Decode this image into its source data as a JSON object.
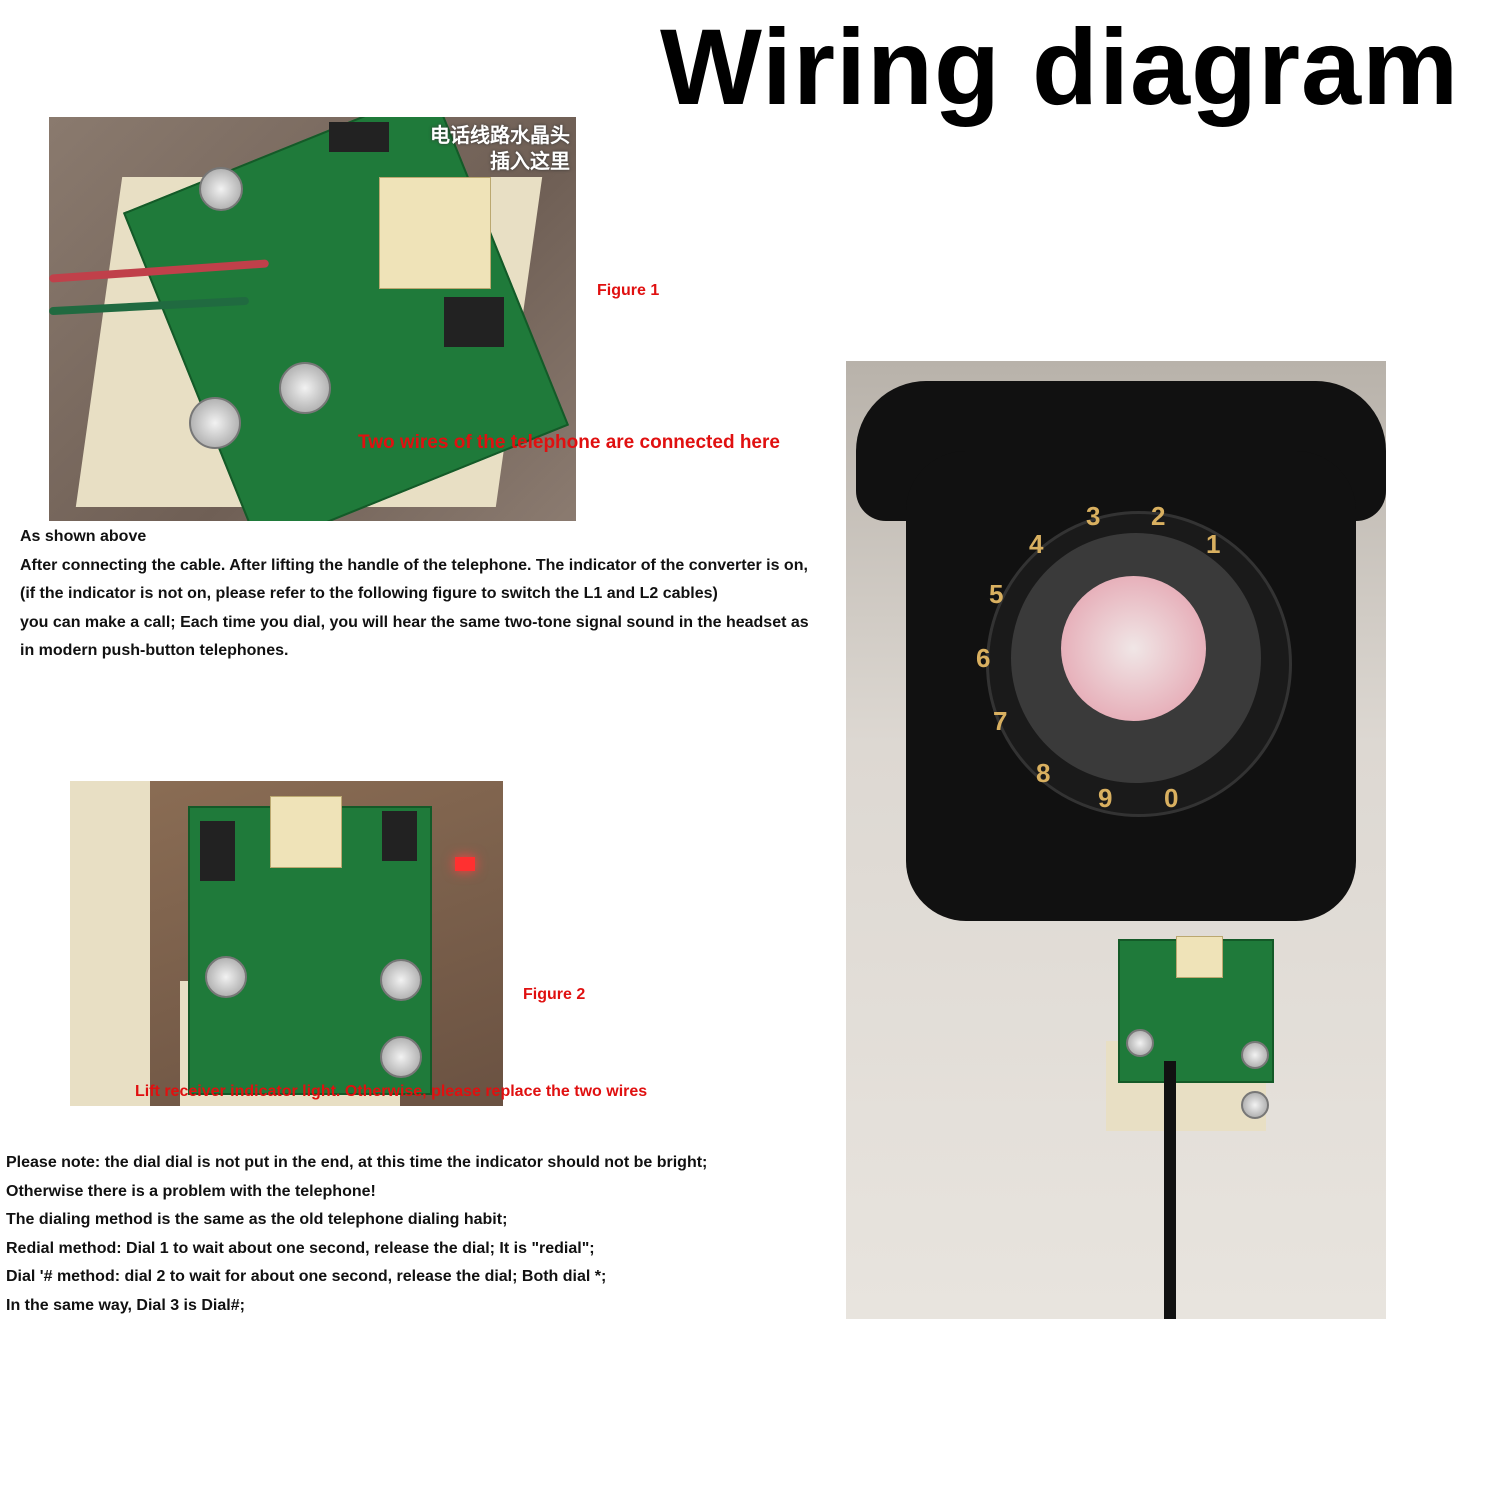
{
  "title": "Wiring diagram",
  "figure1": {
    "label": "Figure 1",
    "annotation": "Two wires of the telephone are connected here",
    "photo_caption_cn": [
      "电话线路水晶头",
      "插入这里"
    ]
  },
  "figure2": {
    "label": "Figure 2",
    "annotation": "Lift receiver indicator light. Otherwise, please replace the two wires"
  },
  "paragraph1": [
    "As shown above",
    "After connecting the cable. After lifting the handle of the telephone. The indicator of the converter is on,",
    "(if the indicator is not on, please refer to the following figure to switch the L1 and L2 cables)",
    "you can make a call; Each time you dial, you will hear the same two-tone signal sound in the headset as",
    "in modern push-button telephones."
  ],
  "paragraph2": [
    "Please note: the dial dial is not put in the end, at this time the indicator should not be bright;",
    "Otherwise there is a problem with the telephone!",
    "The dialing method is the same as the old telephone dialing habit;",
    "Redial method: Dial 1 to wait about one second, release the dial; It is \"redial\";",
    "Dial '# method: dial 2 to wait for about one second, release the dial; Both dial *;",
    "In the same way, Dial 3 is Dial#;"
  ],
  "dial_digits": [
    "1",
    "2",
    "3",
    "4",
    "5",
    "6",
    "7",
    "8",
    "9",
    "0"
  ],
  "colors": {
    "annotation": "#e01010",
    "pcb": "#1f7a3a"
  }
}
